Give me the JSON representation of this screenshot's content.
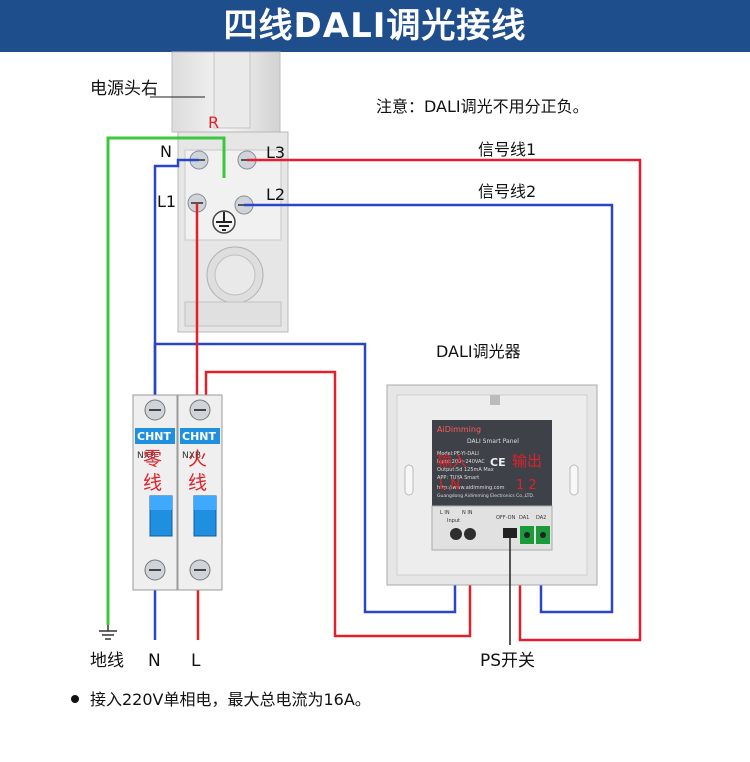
{
  "title": "四线DALI调光接线",
  "note": "注意：DALI调光不用分正负。",
  "labels": {
    "power_head": "电源头右",
    "r": "R",
    "n": "N",
    "l1": "L1",
    "l3": "L3",
    "l2": "L2",
    "signal1": "信号线1",
    "signal2": "信号线2",
    "dimmer": "DALI调光器",
    "ground": "地线",
    "bottom_n": "N",
    "bottom_l": "L",
    "ps_switch": "PS开关",
    "breaker_brand": "CHNT",
    "breaker_model_left": "NXB",
    "breaker_model_right": "NXB",
    "zero_line_1": "零",
    "zero_line_2": "线",
    "live_line_1": "火",
    "live_line_2": "线",
    "input_1": "输入",
    "input_2": "L  N",
    "output_1": "输出",
    "output_2": "1  2",
    "panel_brand": "AiDimming",
    "panel_name": "DALI Smart Panel",
    "panel_model": "Model:PE-YI-DALI",
    "panel_input": "Input:200~240VAC",
    "panel_output": "Output:5d 125mA Max",
    "panel_app": "APP: TUYA Smart",
    "panel_web": "http://www.aidimming.com",
    "panel_maker": "Guangdong Aidimming Electronics Co.,LTD.",
    "terminal_input": "Input",
    "terminal_l": "L IN",
    "terminal_n": "N IN",
    "terminal_switch": "OFF-ON",
    "terminal_da1": "DA1",
    "terminal_da2": "DA2",
    "ce": "CE"
  },
  "footer": "接入220V单相电，最大总电流为16A。",
  "colors": {
    "header_bg": "#1f4e8c",
    "wire_green": "#3cc83c",
    "wire_red": "#e0202a",
    "wire_blue": "#2a46c8",
    "chnt_blue": "#1f8fe0"
  },
  "icons": [
    "ground-icon",
    "bullet-icon",
    "screw-icon"
  ]
}
